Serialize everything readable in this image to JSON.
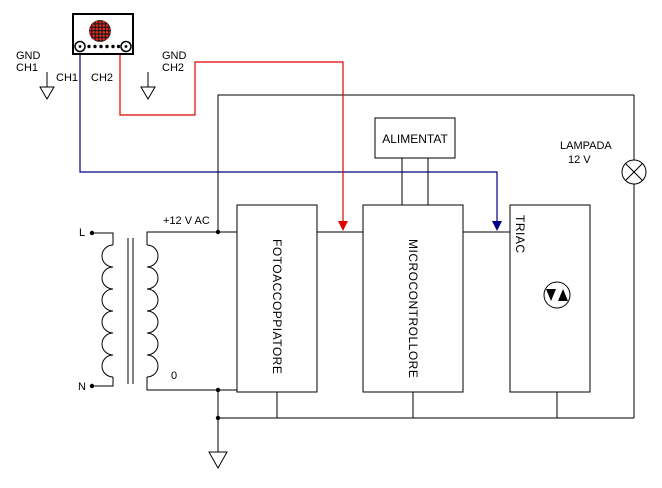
{
  "diagram": {
    "type": "circuit-schematic",
    "oscilloscope": {
      "gnd_ch1": [
        "GND",
        "CH1"
      ],
      "gnd_ch2": [
        "GND",
        "CH2"
      ],
      "ch1": "CH1",
      "ch2": "CH2"
    },
    "transformer": {
      "live": "L",
      "neutral": "N",
      "secondary_top": "+12 V AC",
      "secondary_bottom": "0"
    },
    "blocks": {
      "fotoaccoppiatore": "FOTOACCOPPIATORE",
      "microcontrollore": "MICROCONTROLLORE",
      "triac": "TRIAC",
      "alimentatore": "ALIMENTAT"
    },
    "lamp": [
      "LAMPADA",
      "12 V"
    ],
    "colors": {
      "wire": "#000000",
      "ch2_probe_wire": "#e00000",
      "ch1_probe_wire": "#000080",
      "oscilloscope_screen": "#e8251c",
      "background": "#ffffff"
    },
    "components": [
      "oscilloscope",
      "transformer",
      "fotoaccoppiatore",
      "microcontrollore",
      "triac",
      "alimentatore",
      "lampada",
      "ground"
    ]
  }
}
